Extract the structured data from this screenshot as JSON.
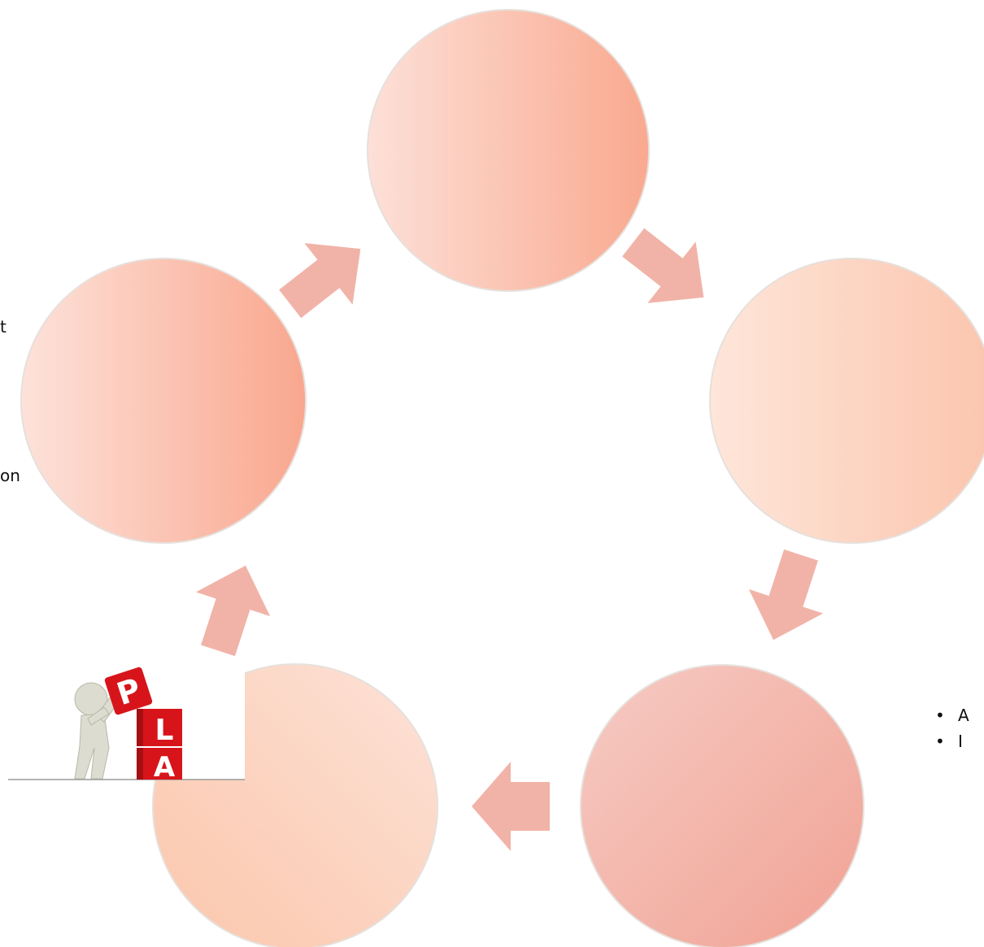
{
  "left_edge_fragments": [
    "t",
    "on"
  ],
  "bullets": [
    {
      "marker": "•",
      "text": "A"
    },
    {
      "marker": "•",
      "text": "I"
    }
  ],
  "plan_blocks": [
    "P",
    "L",
    "A"
  ],
  "colors": {
    "arrow": "#f1b3a8",
    "circle_outline": "#e6e0dc",
    "block_red": "#d8141b"
  }
}
